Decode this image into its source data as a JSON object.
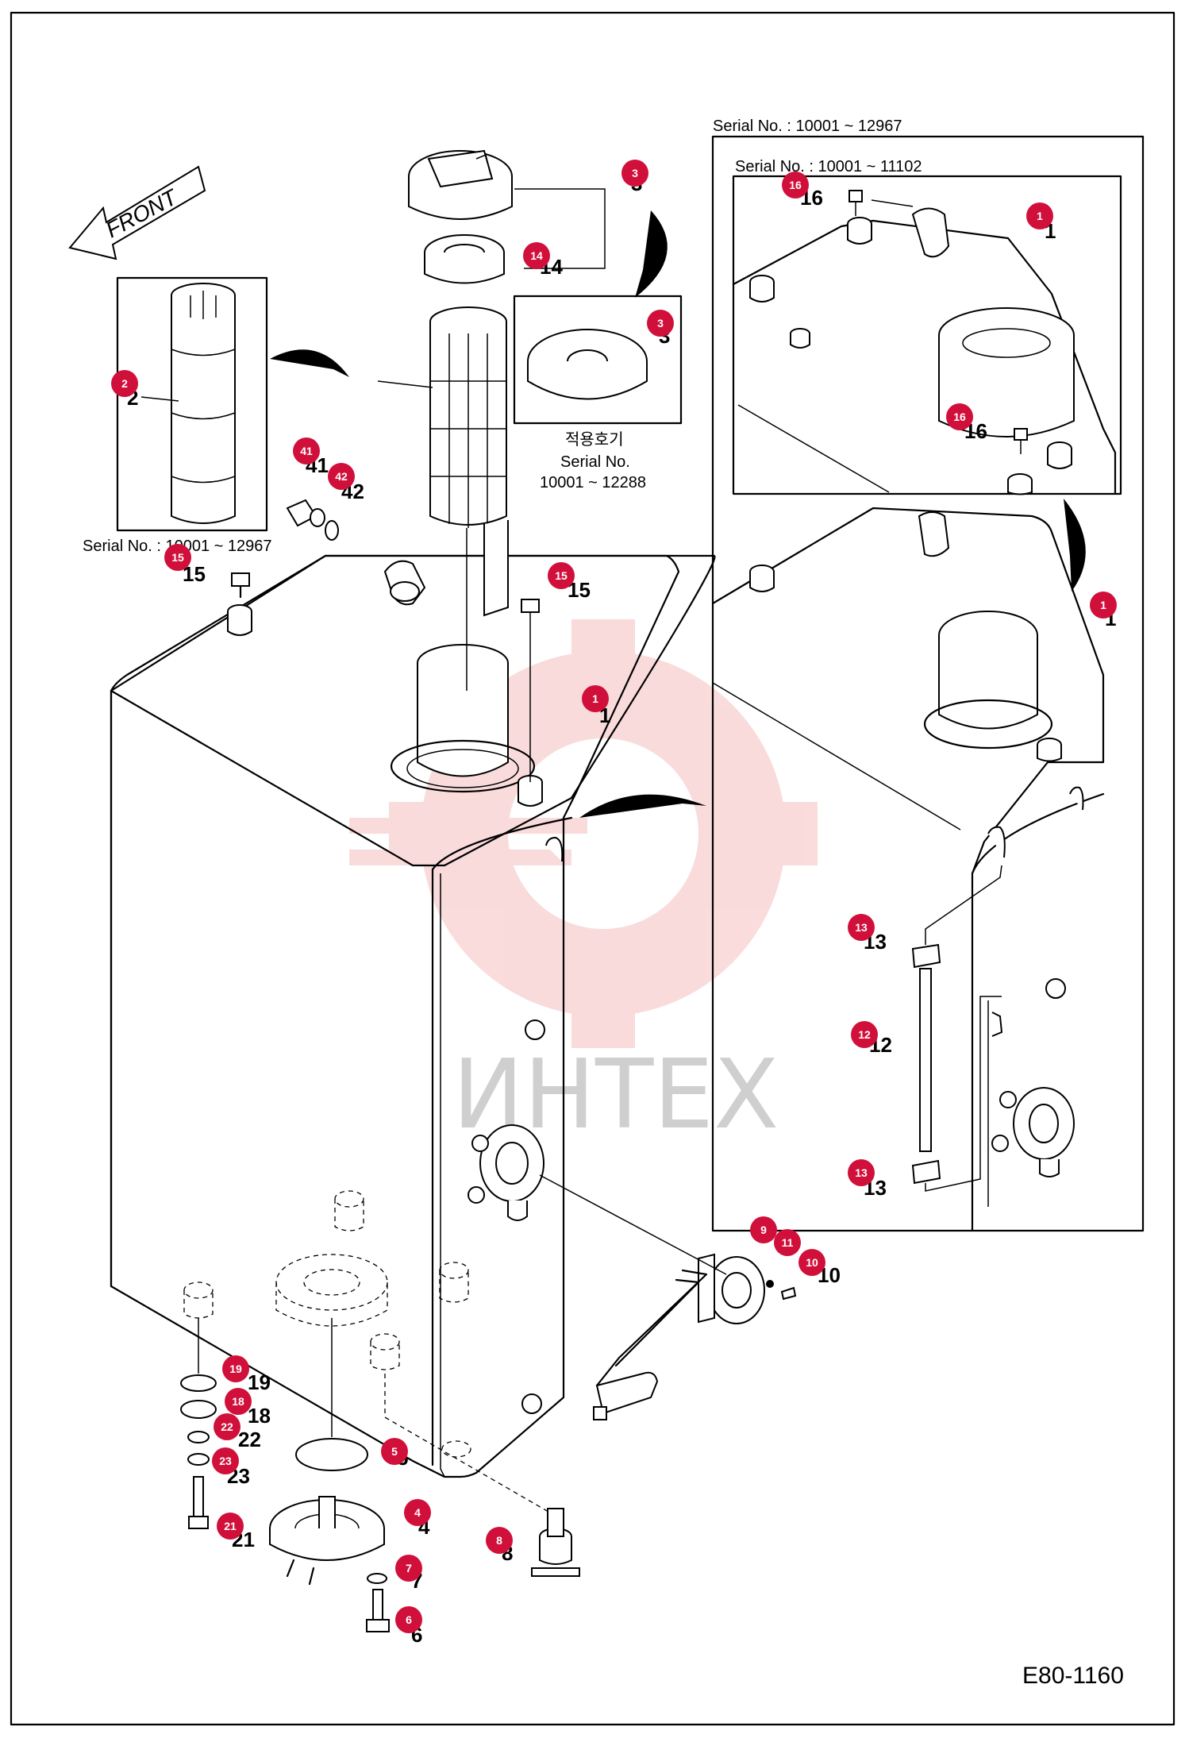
{
  "drawing_code": "E80-1160",
  "front_label": "FRONT",
  "watermark": "ИНТЕХ",
  "serial_notes": {
    "main_right": "Serial No. : 10001 ~ 12967",
    "inset_top": "Serial No. : 10001 ~ 11102",
    "strainer": "Serial No. : 10001 ~ 12967",
    "cap_korean": "적용호기",
    "cap_serial_label": "Serial No.",
    "cap_serial_range": "10001 ~ 12288"
  },
  "badges": [
    {
      "id": "b-3a",
      "text": "3"
    },
    {
      "id": "b-14",
      "text": "14"
    },
    {
      "id": "b-3b",
      "text": "3"
    },
    {
      "id": "b-2",
      "text": "2"
    },
    {
      "id": "b-41",
      "text": "41"
    },
    {
      "id": "b-42",
      "text": "42"
    },
    {
      "id": "b-15a",
      "text": "15"
    },
    {
      "id": "b-15b",
      "text": "15"
    },
    {
      "id": "b-1a",
      "text": "1"
    },
    {
      "id": "b-16a",
      "text": "16"
    },
    {
      "id": "b-1b",
      "text": "1"
    },
    {
      "id": "b-16b",
      "text": "16"
    },
    {
      "id": "b-1c",
      "text": "1"
    },
    {
      "id": "b-13a",
      "text": "13"
    },
    {
      "id": "b-12",
      "text": "12"
    },
    {
      "id": "b-13b",
      "text": "13"
    },
    {
      "id": "b-9",
      "text": "9"
    },
    {
      "id": "b-11",
      "text": "11"
    },
    {
      "id": "b-10",
      "text": "10"
    },
    {
      "id": "b-19",
      "text": "19"
    },
    {
      "id": "b-18",
      "text": "18"
    },
    {
      "id": "b-22",
      "text": "22"
    },
    {
      "id": "b-23",
      "text": "23"
    },
    {
      "id": "b-5",
      "text": "5"
    },
    {
      "id": "b-4",
      "text": "4"
    },
    {
      "id": "b-21",
      "text": "21"
    },
    {
      "id": "b-8",
      "text": "8"
    },
    {
      "id": "b-7",
      "text": "7"
    },
    {
      "id": "b-6",
      "text": "6"
    }
  ],
  "labels": [
    {
      "id": "l-3a",
      "text": "3"
    },
    {
      "id": "l-14",
      "text": "14"
    },
    {
      "id": "l-3b",
      "text": "3"
    },
    {
      "id": "l-2",
      "text": "2"
    },
    {
      "id": "l-41",
      "text": "41"
    },
    {
      "id": "l-42",
      "text": "42"
    },
    {
      "id": "l-15a",
      "text": "15"
    },
    {
      "id": "l-15b",
      "text": "15"
    },
    {
      "id": "l-1a",
      "text": "1"
    },
    {
      "id": "l-16a",
      "text": "16"
    },
    {
      "id": "l-1b",
      "text": "1"
    },
    {
      "id": "l-16b",
      "text": "16"
    },
    {
      "id": "l-1c",
      "text": "1"
    },
    {
      "id": "l-13a",
      "text": "13"
    },
    {
      "id": "l-12",
      "text": "12"
    },
    {
      "id": "l-13b",
      "text": "13"
    },
    {
      "id": "l-10",
      "text": "10"
    },
    {
      "id": "l-19",
      "text": "19"
    },
    {
      "id": "l-18",
      "text": "18"
    },
    {
      "id": "l-22",
      "text": "22"
    },
    {
      "id": "l-23",
      "text": "23"
    },
    {
      "id": "l-5",
      "text": "5"
    },
    {
      "id": "l-4",
      "text": "4"
    },
    {
      "id": "l-21",
      "text": "21"
    },
    {
      "id": "l-8",
      "text": "8"
    },
    {
      "id": "l-7",
      "text": "7"
    },
    {
      "id": "l-6",
      "text": "6"
    }
  ]
}
